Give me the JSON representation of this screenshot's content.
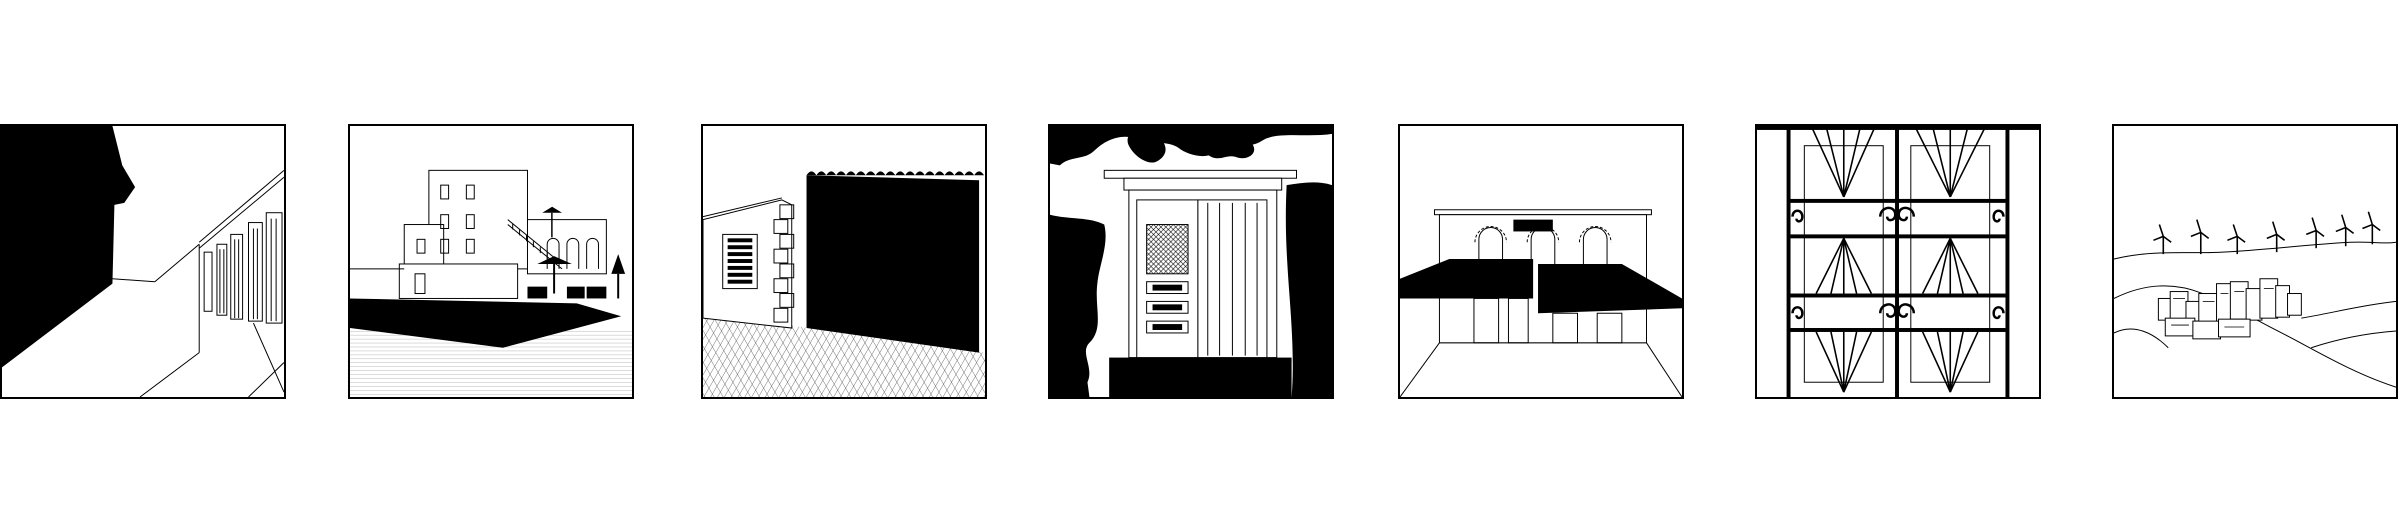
{
  "panels": [
    {
      "id": "street-silhouette-panel"
    },
    {
      "id": "courtyard-house-panel"
    },
    {
      "id": "stone-wall-panel"
    },
    {
      "id": "doorway-panel"
    },
    {
      "id": "arcade-awning-panel"
    },
    {
      "id": "ironwork-pattern-panel"
    },
    {
      "id": "hill-town-windmills-panel"
    }
  ],
  "colors": {
    "ink": "#000000",
    "paper": "#ffffff",
    "hatch": "#7a7a7a"
  }
}
